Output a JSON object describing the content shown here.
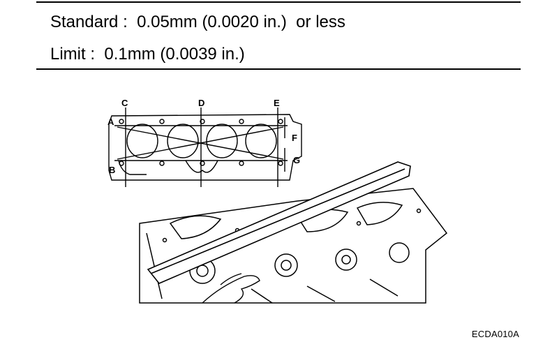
{
  "specs": {
    "standard": "Standard :  0.05mm (0.0020 in.)  or less",
    "limit": "Limit :  0.1mm (0.0039 in.)"
  },
  "figure": {
    "labels": {
      "a": "A",
      "b": "B",
      "c": "C",
      "d": "D",
      "e": "E",
      "f": "F",
      "g": "G"
    }
  },
  "code": "ECDA010A"
}
